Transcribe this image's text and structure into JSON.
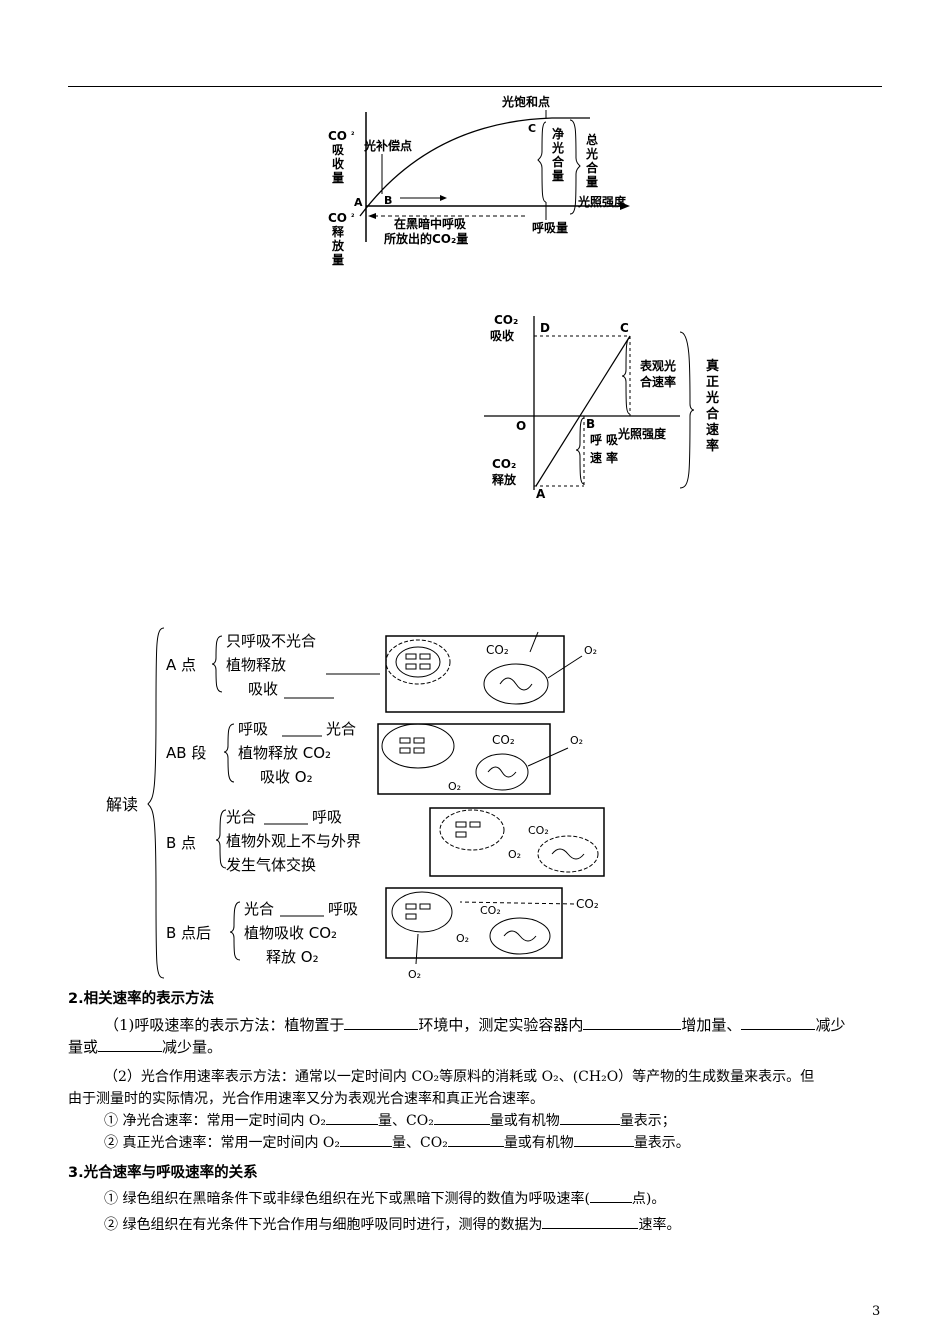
{
  "figure1": {
    "y_top": [
      "CO",
      "₂",
      "吸",
      "收",
      "量"
    ],
    "y_bottom": [
      "CO",
      "₂",
      "释",
      "放",
      "量"
    ],
    "saturation_point": "光饱和点",
    "compensation_point": "光补偿点",
    "point_a": "A",
    "point_b": "B",
    "point_c": "C",
    "net_label": [
      "净",
      "光",
      "合",
      "量"
    ],
    "total_label": [
      "总",
      "光",
      "合",
      "量"
    ],
    "x_axis": "光照强度",
    "dark_resp_1": "在黑暗中呼吸",
    "dark_resp_2": "所放出的CO₂量",
    "resp_amount": "呼吸量"
  },
  "figure2": {
    "y_top": [
      "CO₂",
      "吸收"
    ],
    "y_bottom": [
      "CO₂",
      "释放"
    ],
    "point_d": "D",
    "point_c": "C",
    "point_o": "O",
    "point_b": "B",
    "point_a": "A",
    "apparent": [
      "表观光",
      "合速率"
    ],
    "true_rate": [
      "真",
      "正",
      "光",
      "合",
      "速",
      "率"
    ],
    "x_axis": "光照强度",
    "resp_rate": [
      "呼",
      "吸",
      "速",
      "率"
    ]
  },
  "figure3": {
    "root": "解读",
    "a_label": "A 点",
    "a_lines": [
      "只呼吸不光合",
      "植物释放",
      "吸收"
    ],
    "ab_label": "AB 段",
    "ab_lines": [
      "呼吸",
      "光合",
      "植物释放 CO₂",
      "吸收 O₂"
    ],
    "b_label": "B 点",
    "b_lines": [
      "光合",
      "呼吸",
      "植物外观上不与外界",
      "发生气体交换"
    ],
    "bafter_label": "B 点后",
    "bafter_lines": [
      "光合",
      "呼吸",
      "植物吸收 CO₂",
      "释放 O₂"
    ],
    "co2": "CO₂",
    "o2": "O₂"
  },
  "section2": {
    "heading": "2.相关速率的表示方法",
    "p1a": "（1)呼吸速率的表示方法：植物置于",
    "p1b": "环境中，测定实验容器内",
    "p1c": "增加量、",
    "p1d": "减少",
    "p1e": "量或",
    "p1f": "减少量。",
    "p2a": "（2）光合作用速率表示方法：通常以一定时间内 CO₂等原料的消耗或 O₂、(CH₂O）等产物的生成数量来表示。但",
    "p2b": "由于测量时的实际情况，光合作用速率又分为表观光合速率和真正光合速率。",
    "net_a": "① 净光合速率：常用一定时间内 O₂",
    "net_b": "量、CO₂",
    "net_c": "量或有机物",
    "net_d": "量表示；",
    "true_a": "② 真正光合速率：常用一定时间内 O₂",
    "true_b": "量、CO₂",
    "true_c": "量或有机物",
    "true_d": "量表示。"
  },
  "section3": {
    "heading": "3.光合速率与呼吸速率的关系",
    "l1a": "① 绿色组织在黑暗条件下或非绿色组织在光下或黑暗下测得的数值为呼吸速率(",
    "l1b": "点)。",
    "l2a": "② 绿色组织在有光条件下光合作用与细胞呼吸同时进行，测得的数据为",
    "l2b": "速率。"
  },
  "page_number": "3"
}
